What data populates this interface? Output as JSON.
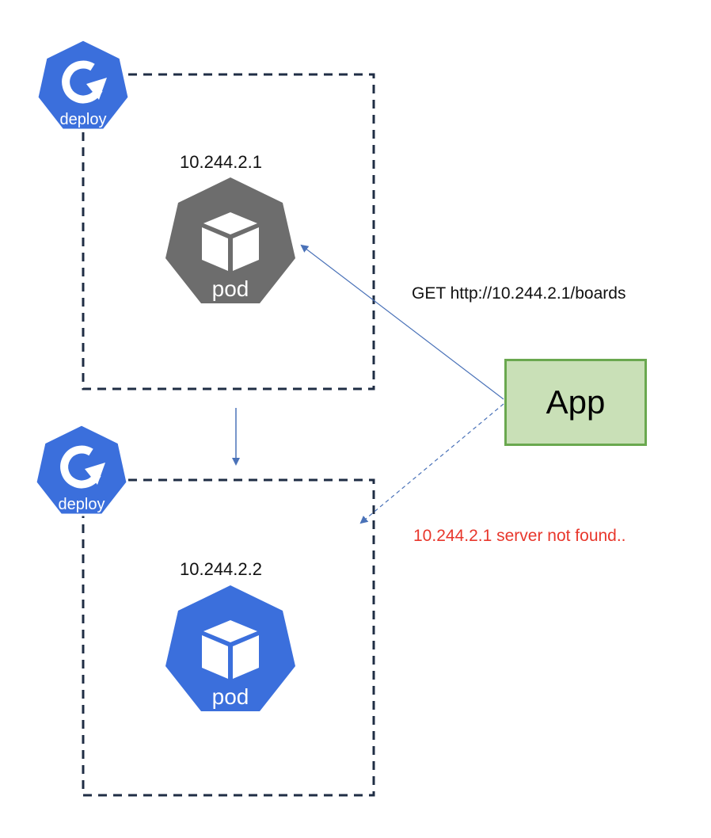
{
  "colors": {
    "deploy_blue": "#3b6fdc",
    "pod_blue": "#3b6fdc",
    "pod_gray": "#6d6d6d",
    "box_border": "#1f2d44",
    "arrow": "#4a72b8",
    "app_fill": "#c9e0b7",
    "app_border": "#6aa84f",
    "error_text": "#e8372c"
  },
  "deployments": [
    {
      "icon_label": "deploy",
      "pod": {
        "ip": "10.244.2.1",
        "icon_label": "pod",
        "status": "terminated (gray)"
      }
    },
    {
      "icon_label": "deploy",
      "pod": {
        "ip": "10.244.2.2",
        "icon_label": "pod",
        "status": "running (blue)"
      }
    }
  ],
  "app": {
    "label": "App"
  },
  "request": {
    "label": "GET http://10.244.2.1/boards"
  },
  "error": {
    "label": "10.244.2.1 server not found.."
  },
  "icons": {
    "deploy": "deployment-rotate-icon",
    "pod": "pod-cube-icon"
  }
}
